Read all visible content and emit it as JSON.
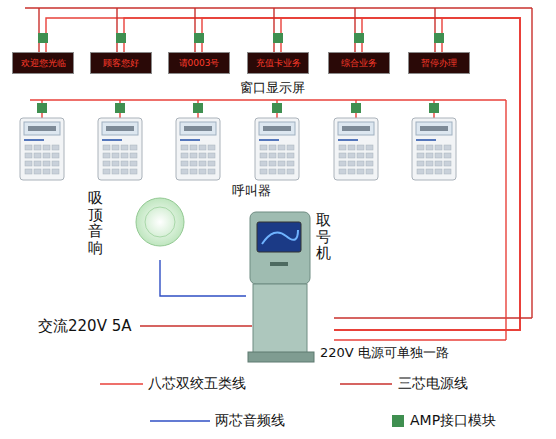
{
  "diagram": {
    "nodes": [
      {
        "text": [
          "欢迎您光临"
        ]
      },
      {
        "text": [
          "顾客您好"
        ]
      },
      {
        "text": [
          "请0003号"
        ]
      },
      {
        "text": [
          "充值卡业务"
        ]
      },
      {
        "text": [
          "综合业务"
        ]
      },
      {
        "text": [
          "暂停办理"
        ]
      },
      {
        "text": [
          "吸顶音响"
        ]
      },
      {
        "text": [
          "取号机"
        ]
      }
    ],
    "edges": [
      {
        "from": 0,
        "to": 7,
        "arrow": "none"
      },
      {
        "from": 1,
        "to": 7,
        "arrow": "none"
      },
      {
        "from": 2,
        "to": 7,
        "arrow": "none"
      },
      {
        "from": 3,
        "to": 7,
        "arrow": "none"
      },
      {
        "from": 4,
        "to": 7,
        "arrow": "none"
      },
      {
        "from": 5,
        "to": 7,
        "arrow": "none"
      },
      {
        "from": 6,
        "to": 7,
        "arrow": "none"
      }
    ],
    "labels": [
      "窗口显示屏",
      "呼叫器",
      "交流220V 5A",
      "220V 电源可单独一路"
    ],
    "legend": [
      {
        "text": "八芯双绞五类线"
      },
      {
        "text": "三芯电源线"
      },
      {
        "text": "两芯音频线"
      },
      {
        "text": "AMP接口模块",
        "color": "#3f8f50"
      }
    ]
  }
}
